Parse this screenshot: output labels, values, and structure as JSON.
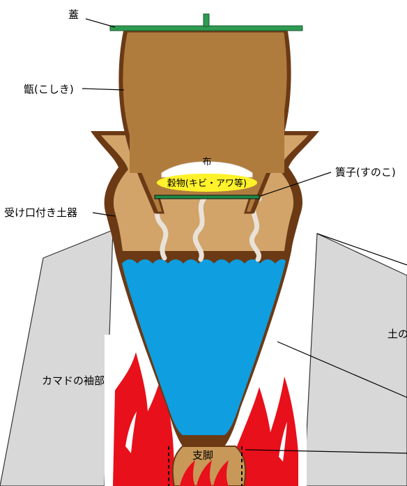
{
  "labels": {
    "lid": "蓋",
    "koshiki": "甑(こしき)",
    "cloth": "布",
    "grain": "穀物(キビ・アワ等)",
    "sunoko": "簀子(すのこ)",
    "vessel": "受け口付き土器",
    "earth_partial": "土の",
    "kamado_sleeve": "カマドの袖部",
    "legs": "支脚"
  },
  "colors": {
    "lid": "#2e9b52",
    "koshiki": "#b07c3e",
    "clay_outline": "#6b3a15",
    "vessel_inner": "#d2a46a",
    "water": "#0f9ee0",
    "grain": "#fff22a",
    "kamado": "#d9d9d9",
    "fire": "#e8101a"
  }
}
